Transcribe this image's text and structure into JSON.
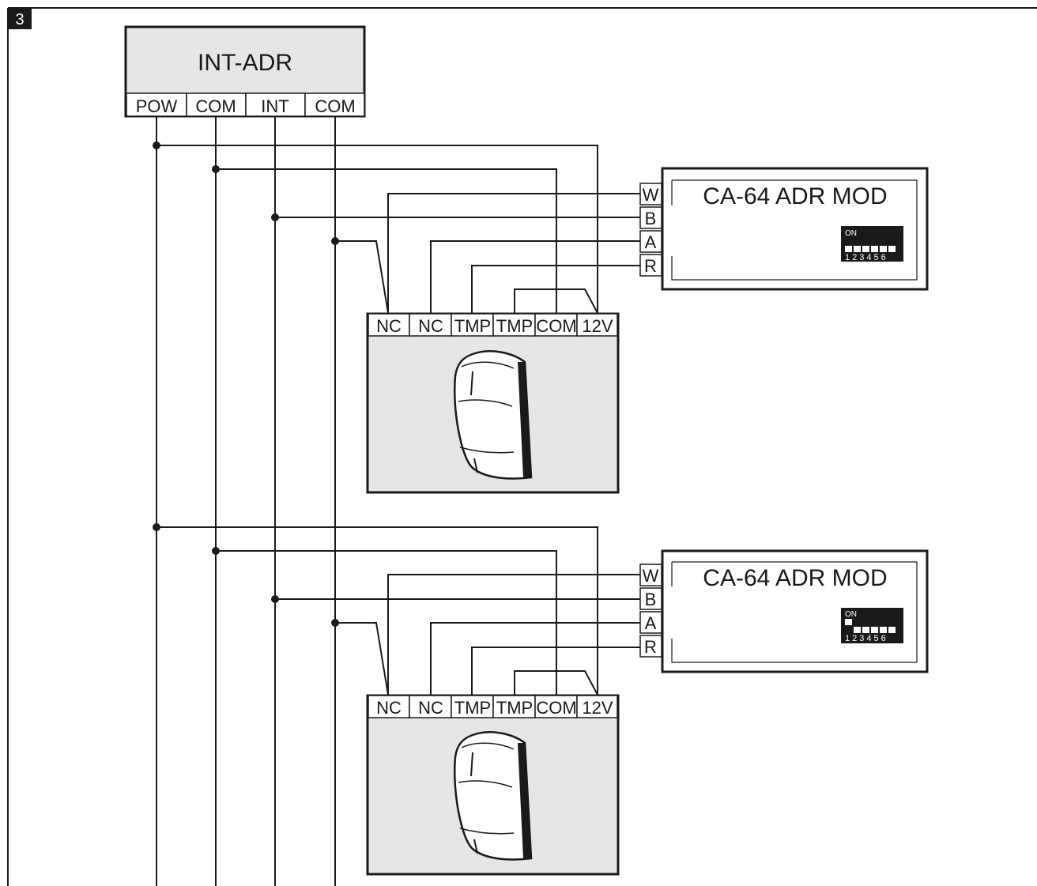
{
  "figure_number": "3",
  "int_adr": {
    "title": "INT-ADR",
    "terminals": [
      "POW",
      "COM",
      "INT",
      "COM"
    ]
  },
  "modules": [
    {
      "title": "CA-64 ADR MOD",
      "terminals": [
        "W",
        "B",
        "A",
        "R"
      ],
      "dip": {
        "on_label": "ON",
        "numbers": "123456",
        "on_positions": []
      }
    },
    {
      "title": "CA-64 ADR MOD",
      "terminals": [
        "W",
        "B",
        "A",
        "R"
      ],
      "dip": {
        "on_label": "ON",
        "numbers": "123456",
        "on_positions": [
          1
        ]
      }
    }
  ],
  "detectors": [
    {
      "terminals": [
        "NC",
        "NC",
        "TMP",
        "TMP",
        "COM",
        "12V"
      ]
    },
    {
      "terminals": [
        "NC",
        "NC",
        "TMP",
        "TMP",
        "COM",
        "12V"
      ]
    }
  ],
  "colors": {
    "line": "#1a1a1a",
    "panel_fill": "#e6e6e6",
    "dip_body": "#1a1a1a"
  }
}
